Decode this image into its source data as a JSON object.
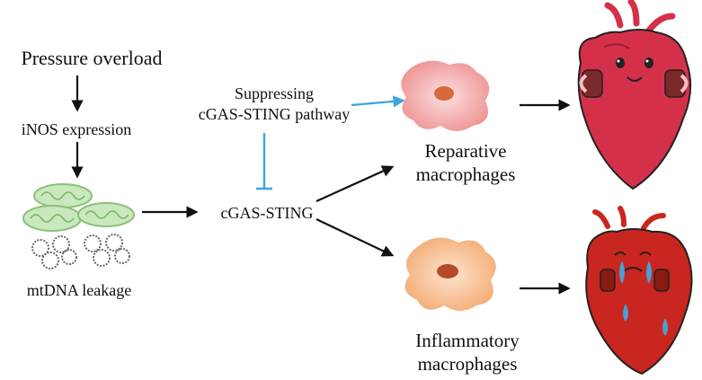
{
  "labels": {
    "pressure_overload": "Pressure overload",
    "inos_expression": "iNOS expression",
    "mtdna_leakage": "mtDNA leakage",
    "cgas_sting": "cGAS-STING",
    "suppressing_line1": "Suppressing",
    "suppressing_line2": "cGAS-STING pathway",
    "reparative_line1": "Reparative",
    "reparative_line2": "macrophages",
    "inflammatory_line1": "Inflammatory",
    "inflammatory_line2": "macrophages"
  },
  "colors": {
    "arrow": "#111111",
    "inhibition": "#3aa6dd",
    "reparative_cell": "#f2a0a0",
    "inflammatory_cell": "#f6b98e",
    "nucleus": "#c8552d",
    "mitochondria": "#a9d69a",
    "happy_heart": "#d5304a",
    "sad_heart": "#c8261f",
    "tears": "#4a9fd6"
  },
  "icons": [
    "mitochondria-icon",
    "mtdna-circle-icon",
    "reparative-macrophage-icon",
    "inflammatory-macrophage-icon",
    "happy-heart-icon",
    "sad-heart-icon"
  ]
}
